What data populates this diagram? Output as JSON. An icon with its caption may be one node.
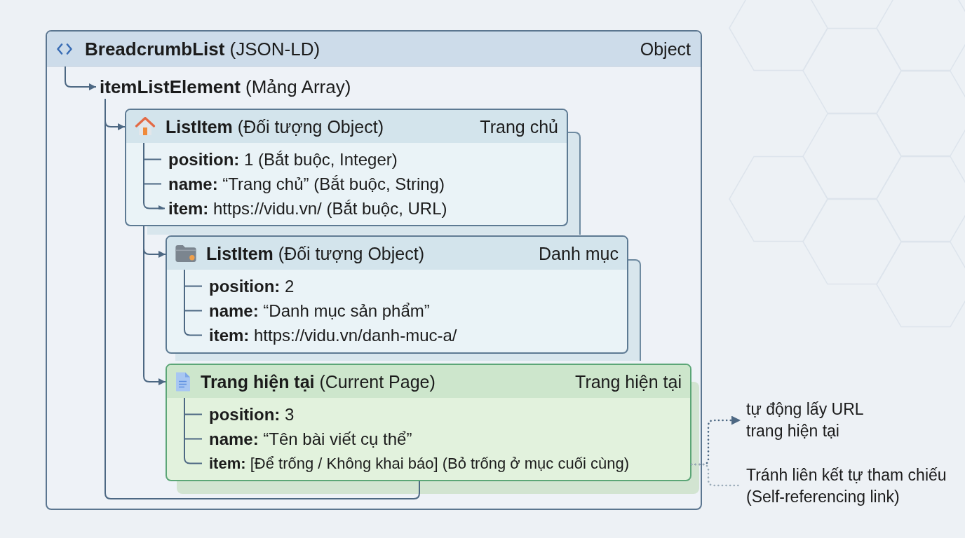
{
  "diagram": {
    "nodes": [
      {
        "text": [
          "**BreadcrumbList** (JSON-LD)",
          "Object"
        ]
      },
      {
        "text": [
          "**itemListElement** (Mảng Array)"
        ],
        "in": 0
      },
      {
        "text": [
          "**ListItem** (Đối tượng Object)",
          "Trang chủ",
          "**position:** 1 (Bắt buộc, Integer)",
          "**name:** “Trang chủ” (Bắt buộc, String)",
          "**item:** https://vidu.vn/ (Bắt buộc, URL)"
        ],
        "in": 0
      },
      {
        "text": [
          "**ListItem** (Đối tượng Object)",
          "Danh mục",
          "**position:** 2",
          "**name:** “Danh mục sản phẩm”",
          "**item:** https://vidu.vn/danh-muc-a/"
        ],
        "in": 0
      },
      {
        "text": [
          "**Trang hiện tại** (Current Page)",
          "Trang hiện tại",
          "**position:** 3",
          "**name:** “Tên bài viết cụ thể”",
          "**item:** [Để trống / Không khai báo] (Bỏ trống ở mục cuối cùng)"
        ],
        "in": 0
      },
      {
        "text": [
          "tự động lấy URL trang hiện tại"
        ]
      },
      {
        "text": [
          "Tránh liên kết tự tham chiếu (Self-referencing link)"
        ]
      }
    ],
    "edges": [
      {
        "from": 0,
        "to": 1,
        "arrow": "to"
      },
      {
        "from": 1,
        "to": 2,
        "arrow": "to"
      },
      {
        "from": 1,
        "to": 4,
        "arrow": "none"
      },
      {
        "from": 2,
        "to": 3,
        "arrow": "to"
      },
      {
        "from": 2,
        "to": 4,
        "arrow": "to"
      },
      {
        "from": 4,
        "to": 5,
        "arrow": "to",
        "style": "dashed"
      },
      {
        "from": 4,
        "to": 6,
        "arrow": "none",
        "style": "dashed",
        "color": "#9aabb8"
      }
    ]
  }
}
